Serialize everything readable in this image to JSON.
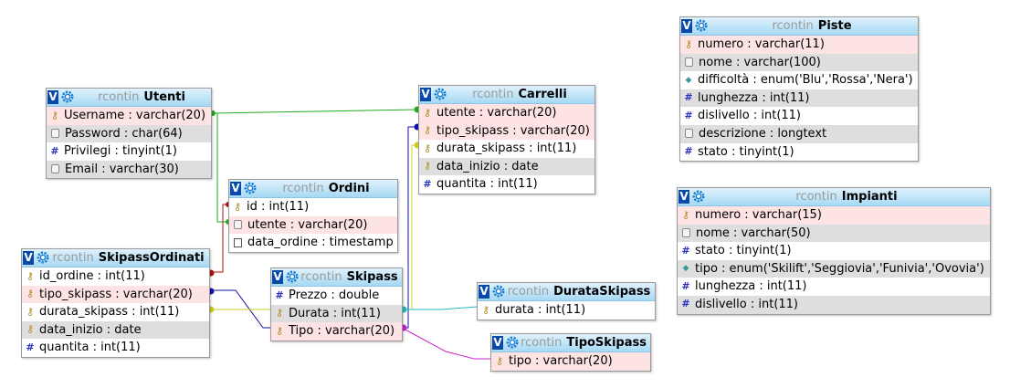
{
  "db_name": "rcontin",
  "toggle_label": "V",
  "tables": [
    {
      "id": "utenti",
      "name": "Utenti",
      "columns": [
        {
          "text": "Username : varchar(20)",
          "icon": "key-icon",
          "key": true
        },
        {
          "text": "Password : char(64)",
          "icon": "string-icon",
          "key": false
        },
        {
          "text": "Privilegi : tinyint(1)",
          "icon": "number-icon",
          "key": false
        },
        {
          "text": "Email : varchar(30)",
          "icon": "string-icon",
          "key": false
        }
      ]
    },
    {
      "id": "ordini",
      "name": "Ordini",
      "columns": [
        {
          "text": "id : int(11)",
          "icon": "key-icon",
          "key": false
        },
        {
          "text": "utente : varchar(20)",
          "icon": "string-icon",
          "key": true
        },
        {
          "text": "data_ordine : timestamp",
          "icon": "date-icon",
          "key": false
        }
      ]
    },
    {
      "id": "carrelli",
      "name": "Carrelli",
      "columns": [
        {
          "text": "utente : varchar(20)",
          "icon": "key-icon",
          "key": true
        },
        {
          "text": "tipo_skipass : varchar(20)",
          "icon": "key-icon",
          "key": true
        },
        {
          "text": "durata_skipass : int(11)",
          "icon": "key-icon",
          "key": false
        },
        {
          "text": "data_inizio : date",
          "icon": "key-icon",
          "key": false
        },
        {
          "text": "quantita : int(11)",
          "icon": "number-icon",
          "key": false
        }
      ]
    },
    {
      "id": "piste",
      "name": "Piste",
      "columns": [
        {
          "text": "numero : varchar(11)",
          "icon": "key-icon",
          "key": true
        },
        {
          "text": "nome : varchar(100)",
          "icon": "string-icon",
          "key": false
        },
        {
          "text": "difficoltà : enum('Blu','Rossa','Nera')",
          "icon": "enum-icon",
          "key": false
        },
        {
          "text": "lunghezza : int(11)",
          "icon": "number-icon",
          "key": false
        },
        {
          "text": "dislivello : int(11)",
          "icon": "number-icon",
          "key": false
        },
        {
          "text": "descrizione : longtext",
          "icon": "string-icon",
          "key": false
        },
        {
          "text": "stato : tinyint(1)",
          "icon": "number-icon",
          "key": false
        }
      ]
    },
    {
      "id": "impianti",
      "name": "Impianti",
      "columns": [
        {
          "text": "numero : varchar(15)",
          "icon": "key-icon",
          "key": true
        },
        {
          "text": "nome : varchar(50)",
          "icon": "string-icon",
          "key": false
        },
        {
          "text": "stato : tinyint(1)",
          "icon": "number-icon",
          "key": false
        },
        {
          "text": "tipo : enum('Skilift','Seggiovia','Funivia','Ovovia')",
          "icon": "enum-icon",
          "key": false
        },
        {
          "text": "lunghezza : int(11)",
          "icon": "number-icon",
          "key": false
        },
        {
          "text": "dislivello : int(11)",
          "icon": "number-icon",
          "key": false
        }
      ]
    },
    {
      "id": "skipassordinati",
      "name": "SkipassOrdinati",
      "columns": [
        {
          "text": "id_ordine : int(11)",
          "icon": "key-icon",
          "key": false
        },
        {
          "text": "tipo_skipass : varchar(20)",
          "icon": "key-icon",
          "key": true
        },
        {
          "text": "durata_skipass : int(11)",
          "icon": "key-icon",
          "key": false
        },
        {
          "text": "data_inizio : date",
          "icon": "key-icon",
          "key": false
        },
        {
          "text": "quantita : int(11)",
          "icon": "number-icon",
          "key": false
        }
      ]
    },
    {
      "id": "skipass",
      "name": "Skipass",
      "columns": [
        {
          "text": "Prezzo : double",
          "icon": "number-icon",
          "key": false
        },
        {
          "text": "Durata : int(11)",
          "icon": "key-icon",
          "key": false
        },
        {
          "text": "Tipo : varchar(20)",
          "icon": "key-icon",
          "key": true
        }
      ]
    },
    {
      "id": "duratastkipass",
      "name": "DurataSkipass",
      "columns": [
        {
          "text": "durata : int(11)",
          "icon": "key-icon",
          "key": false
        }
      ]
    },
    {
      "id": "tiposkipass",
      "name": "TipoSkipass",
      "columns": [
        {
          "text": "tipo : varchar(20)",
          "icon": "key-icon",
          "key": true
        }
      ]
    }
  ],
  "relation_colors": {
    "utente": "#22aa22",
    "ordine": "#aa1111",
    "tipo": "#1111aa",
    "durata": "#cccc22",
    "durata_skipass": "#22bbbb",
    "tipo_skipass": "#cc22cc"
  }
}
